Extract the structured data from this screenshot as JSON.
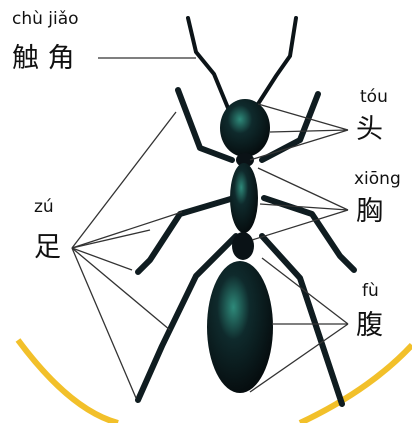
{
  "labels": {
    "antenna": {
      "pinyin": "chù jiǎo",
      "hanzi": "触 角"
    },
    "head": {
      "pinyin": "tóu",
      "hanzi": "头"
    },
    "thorax": {
      "pinyin": "xiōng",
      "hanzi": "胸"
    },
    "legs": {
      "pinyin": "zú",
      "hanzi": "足"
    },
    "abdomen": {
      "pinyin": "fù",
      "hanzi": "腹"
    }
  },
  "colors": {
    "ant_body": "#0c1418",
    "ant_sheen": "#2e8a7a",
    "leader_line": "#333333",
    "arc": "#f2c02a"
  }
}
